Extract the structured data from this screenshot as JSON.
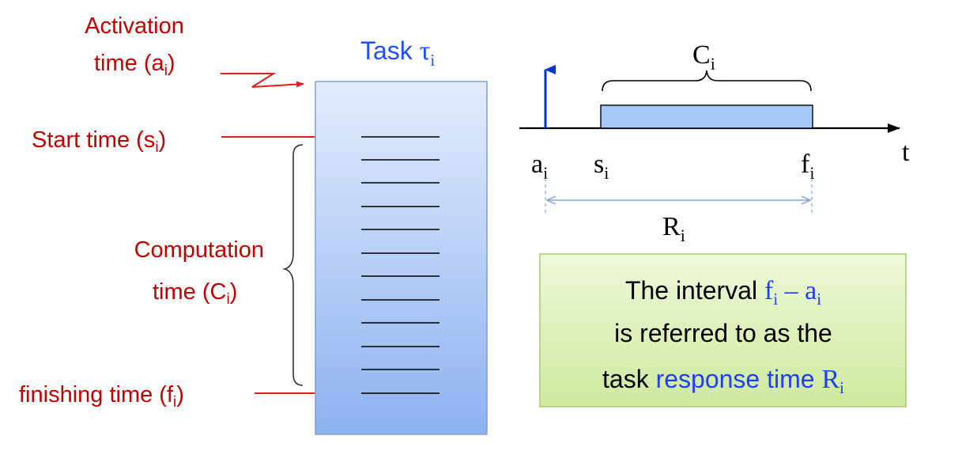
{
  "labels": {
    "activation_a": "Activation",
    "activation_b": "time (a",
    "activation_sub": "i",
    "activation_close": ")",
    "start": "Start time (s",
    "start_sub": "i",
    "start_close": ")",
    "computation_a": "Computation",
    "computation_b": "time (C",
    "computation_sub": "i",
    "computation_close": ")",
    "finishing": "finishing time (f",
    "finishing_sub": "i",
    "finishing_close": ")"
  },
  "task": {
    "title": "Task ",
    "tau": "τ",
    "sub": "i"
  },
  "timeline": {
    "C": "C",
    "C_sub": "i",
    "a": "a",
    "a_sub": "i",
    "s": "s",
    "s_sub": "i",
    "f": "f",
    "f_sub": "i",
    "t": "t",
    "R": "R",
    "R_sub": "i"
  },
  "note": {
    "line1": "The interval ",
    "f": "f",
    "f_sub": "i",
    "minus": " – ",
    "a": "a",
    "a_sub": "i",
    "line2": "is referred to as the",
    "line3a": "task ",
    "line3b": "response time ",
    "R": "R",
    "R_sub": "i"
  },
  "colors": {
    "label_red": "#c00000",
    "title_blue": "#1f4fff",
    "bar_fill": "#a6c8f5",
    "note_bg": "#ddf0b8"
  }
}
